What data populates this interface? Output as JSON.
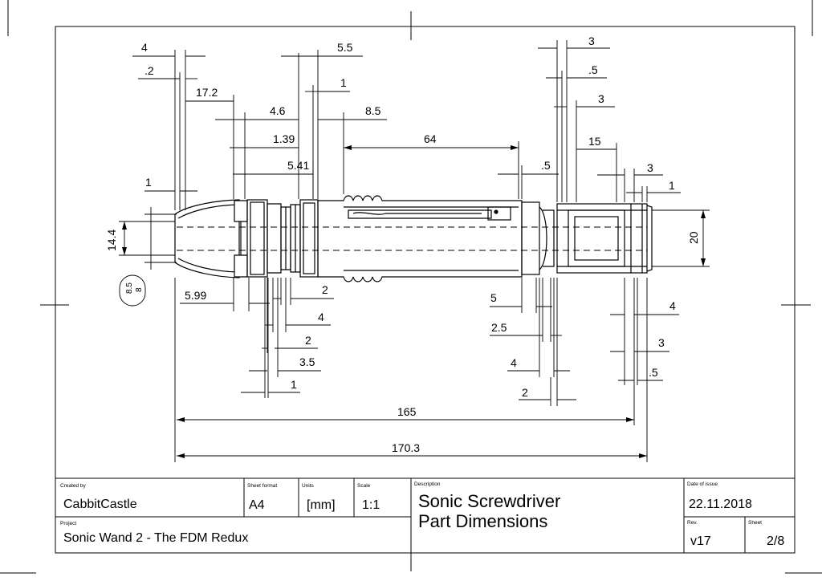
{
  "drawing": {
    "dimensions_top": [
      "4",
      ".2",
      "17.2",
      "4.6",
      "1.39",
      "5.41",
      "5.5",
      "1",
      "8.5",
      "64",
      ".5",
      "1"
    ],
    "dimensions_right_top": [
      "3",
      ".5",
      "3",
      "15",
      "3",
      "1",
      "20"
    ],
    "dimensions_left": [
      "14.4",
      "8.5",
      "8",
      "5.99"
    ],
    "dimensions_bottom_left": [
      "2",
      "4",
      "2",
      "3.5",
      "1"
    ],
    "dimensions_bottom_right": [
      "5",
      "2.5",
      "4",
      "2",
      "4",
      "3",
      ".5"
    ],
    "overall": [
      "165",
      "170.3"
    ]
  },
  "title_block": {
    "created_by_label": "Created by",
    "created_by": "CabbitCastle",
    "sheet_format_label": "Sheet format",
    "sheet_format": "A4",
    "units_label": "Units",
    "units": "[mm]",
    "scale_label": "Scale",
    "scale": "1:1",
    "project_label": "Project",
    "project": "Sonic Wand 2 - The FDM Redux",
    "description_label": "Description",
    "description_line1": "Sonic Screwdriver",
    "description_line2": "Part Dimensions",
    "date_label": "Date of issue",
    "date": "22.11.2018",
    "rev_label": "Rev.",
    "rev": "v17",
    "sheet_label": "Sheet",
    "sheet": "2/8"
  }
}
